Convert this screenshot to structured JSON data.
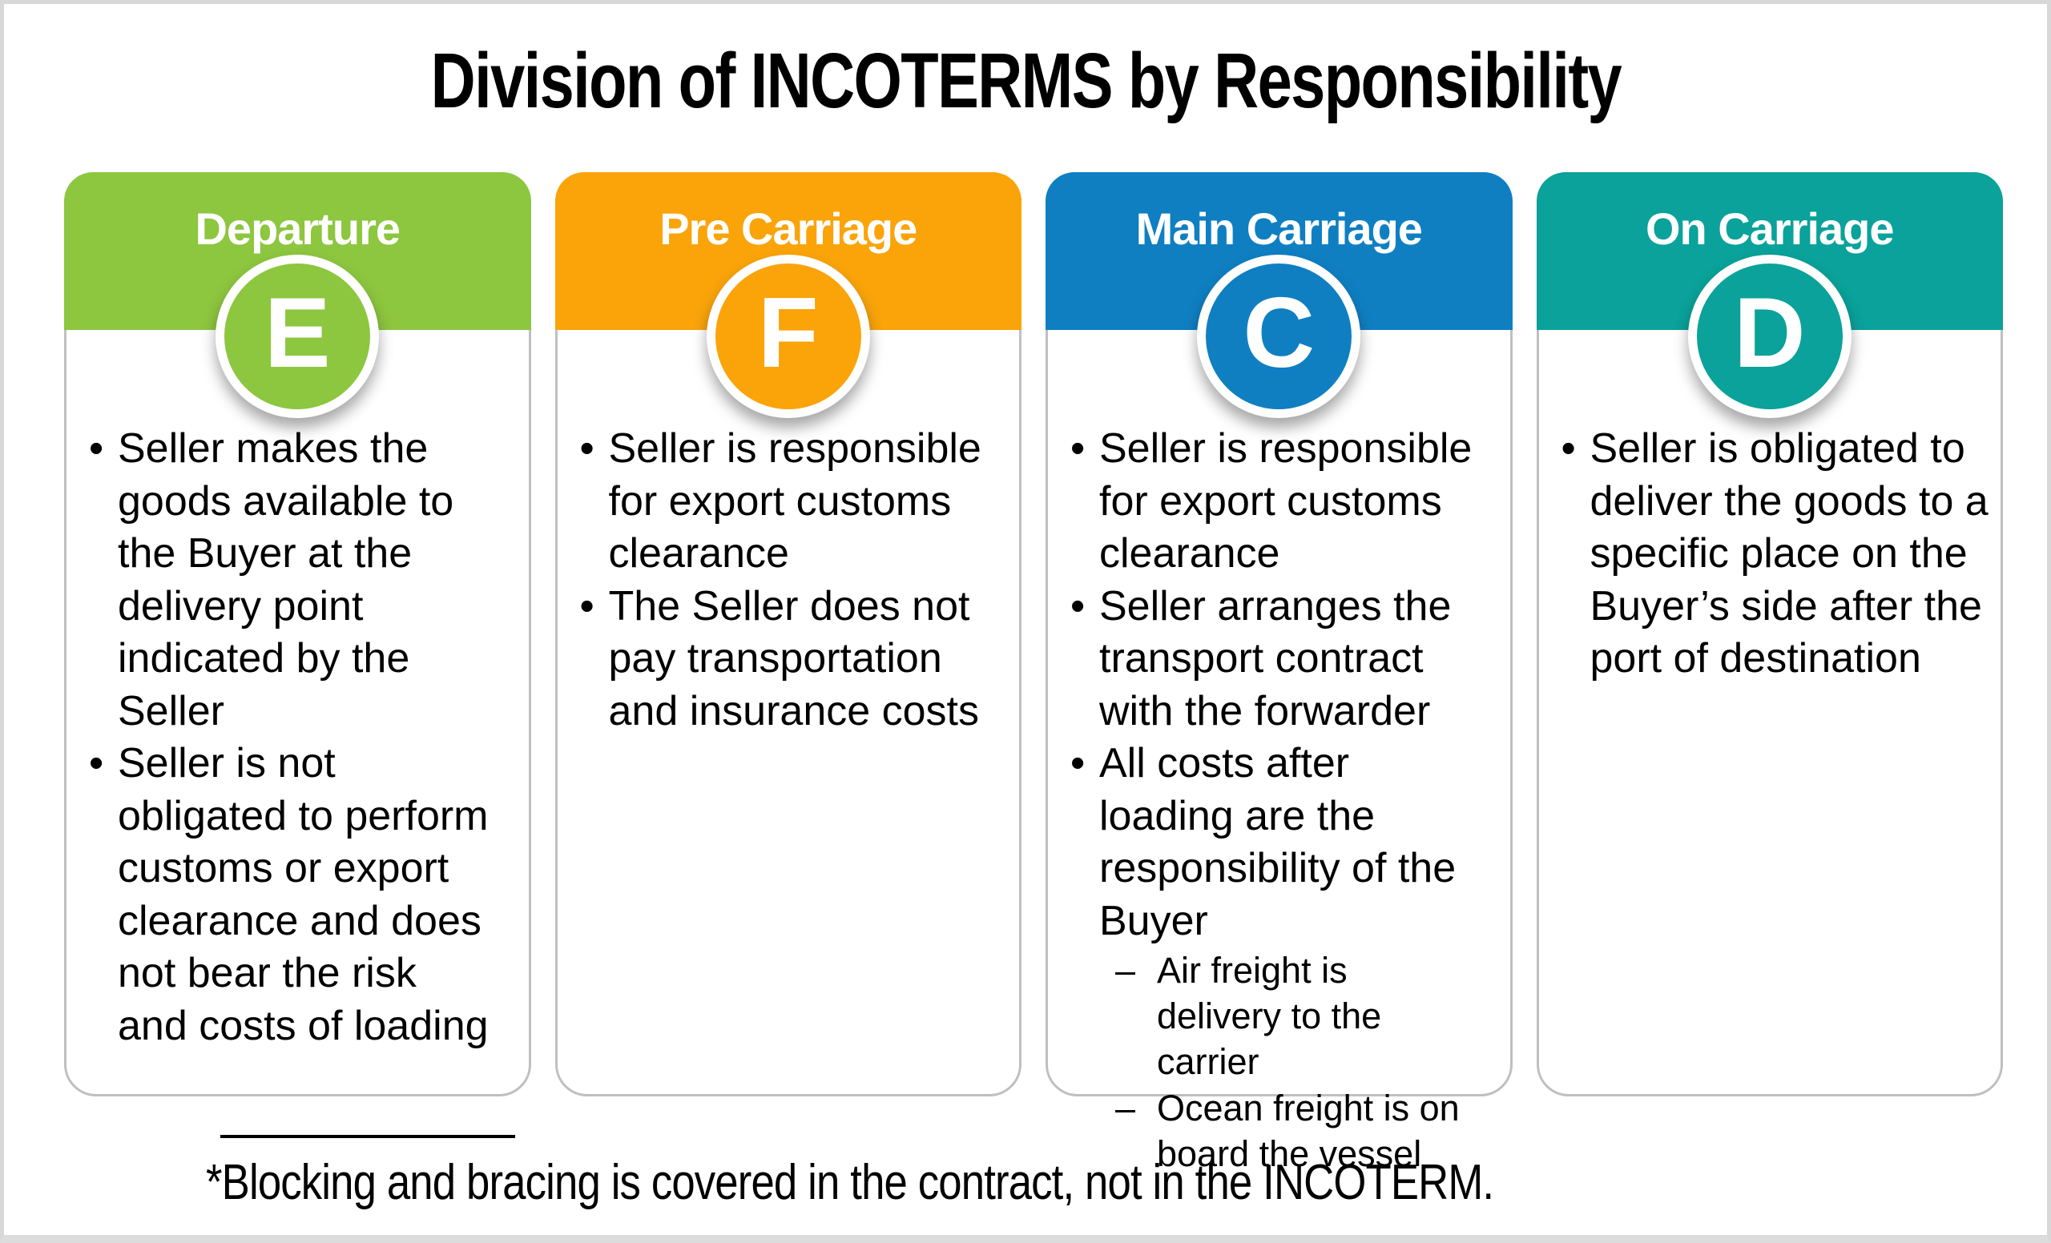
{
  "title": "Division of INCOTERMS by Responsibility",
  "markers": {
    "bullet": "•",
    "dash": "–"
  },
  "footnote": "*Blocking and bracing is covered in the contract, not in the INCOTERM.",
  "colors": {
    "departure_green": "#8DC63F",
    "pre_carriage_orange": "#FAA40A",
    "main_carriage_blue": "#0F7FC2",
    "on_carriage_teal": "#0AA29A",
    "card_border_gray": "#BFBFBF",
    "header_text": "#FFFFFF"
  },
  "cards": [
    {
      "header": "Departure",
      "letter": "E",
      "color": "#8DC63F",
      "bullets": [
        {
          "text": "Seller makes the goods available to the Buyer at the delivery point indicated by the Seller",
          "sub": []
        },
        {
          "text": "Seller is not obligated to perform customs or export clearance and does not bear the risk and costs of loading",
          "sub": []
        }
      ]
    },
    {
      "header": "Pre Carriage",
      "letter": "F",
      "color": "#FAA40A",
      "bullets": [
        {
          "text": "Seller is responsible for export customs clearance",
          "sub": []
        },
        {
          "text": "The Seller does not pay transportation and insurance costs",
          "sub": []
        }
      ]
    },
    {
      "header": "Main Carriage",
      "letter": "C",
      "color": "#0F7FC2",
      "bullets": [
        {
          "text": "Seller is responsible for export customs clearance",
          "sub": []
        },
        {
          "text": "Seller arranges the transport contract with the forwarder",
          "sub": []
        },
        {
          "text": "All costs after loading are the responsibility of the Buyer",
          "sub": [
            "Air freight is delivery to the carrier",
            "Ocean freight is on board the vessel"
          ]
        }
      ]
    },
    {
      "header": "On Carriage",
      "letter": "D",
      "color": "#0AA29A",
      "bullets": [
        {
          "text": "Seller is obligated to deliver the goods to a specific place on the Buyer’s side after the port of destination",
          "sub": []
        }
      ]
    }
  ]
}
